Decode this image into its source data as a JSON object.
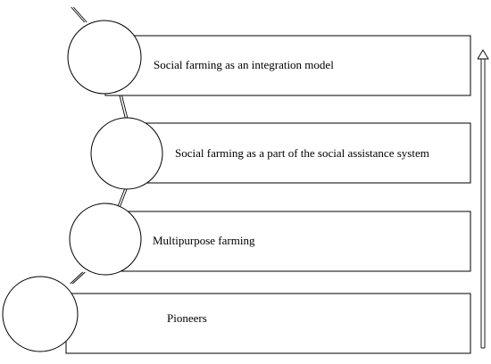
{
  "stages": [
    {
      "label": "Social farming as an integration model"
    },
    {
      "label": "Social farming as a part of the social assistance system"
    },
    {
      "label": "Multipurpose farming"
    },
    {
      "label": "Pioneers"
    }
  ]
}
